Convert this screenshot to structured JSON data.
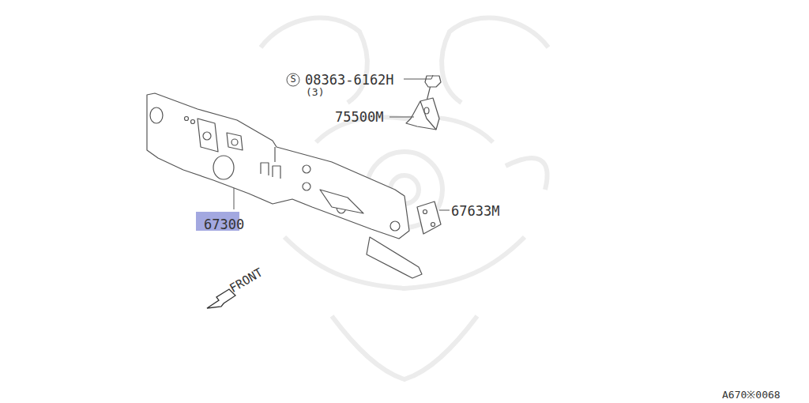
{
  "diagram": {
    "labels": [
      "S",
      "08363-6162H",
      "(3)",
      "75500M",
      "67633M",
      "67300",
      "FRONT",
      "A670※0068"
    ]
  }
}
